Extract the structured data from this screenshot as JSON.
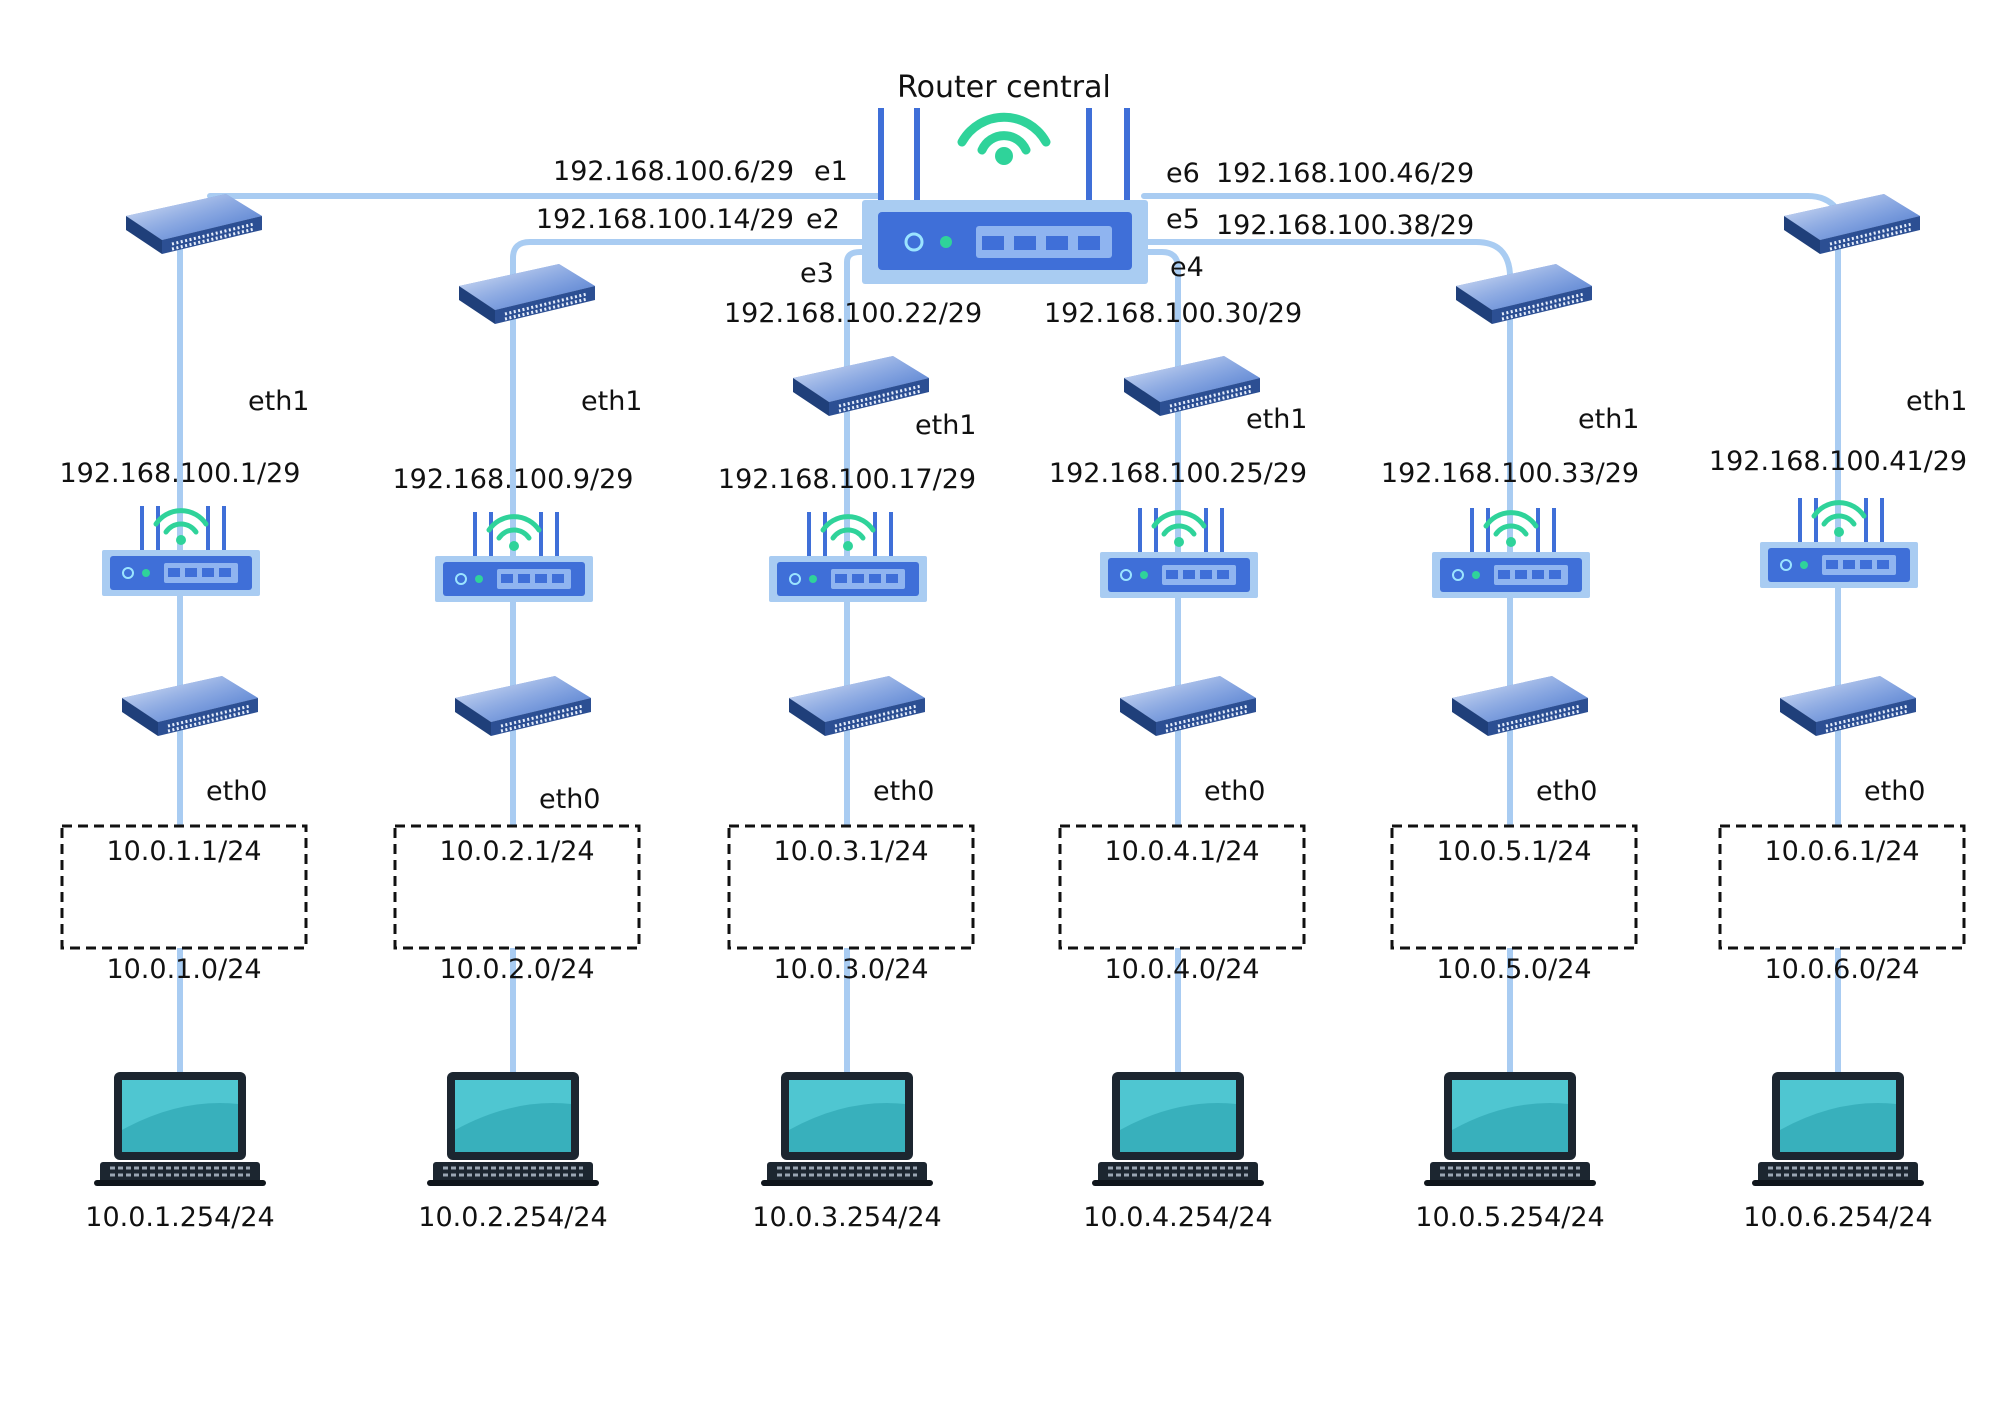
{
  "central_router": {
    "title": "Router central",
    "interfaces": [
      {
        "port": "e1",
        "ip": "192.168.100.6/29"
      },
      {
        "port": "e2",
        "ip": "192.168.100.14/29"
      },
      {
        "port": "e3",
        "ip": "192.168.100.22/29"
      },
      {
        "port": "e4",
        "ip": "192.168.100.30/29"
      },
      {
        "port": "e5",
        "ip": "192.168.100.38/29"
      },
      {
        "port": "e6",
        "ip": "192.168.100.46/29"
      }
    ]
  },
  "branches": [
    {
      "wan_iface": "eth1",
      "wan_ip": "192.168.100.1/29",
      "lan_iface": "eth0",
      "gateway_ip": "10.0.1.1/24",
      "network": "10.0.1.0/24",
      "host_ip": "10.0.1.254/24"
    },
    {
      "wan_iface": "eth1",
      "wan_ip": "192.168.100.9/29",
      "lan_iface": "eth0",
      "gateway_ip": "10.0.2.1/24",
      "network": "10.0.2.0/24",
      "host_ip": "10.0.2.254/24"
    },
    {
      "wan_iface": "eth1",
      "wan_ip": "192.168.100.17/29",
      "lan_iface": "eth0",
      "gateway_ip": "10.0.3.1/24",
      "network": "10.0.3.0/24",
      "host_ip": "10.0.3.254/24"
    },
    {
      "wan_iface": "eth1",
      "wan_ip": "192.168.100.25/29",
      "lan_iface": "eth0",
      "gateway_ip": "10.0.4.1/24",
      "network": "10.0.4.0/24",
      "host_ip": "10.0.4.254/24"
    },
    {
      "wan_iface": "eth1",
      "wan_ip": "192.168.100.33/29",
      "lan_iface": "eth0",
      "gateway_ip": "10.0.5.1/24",
      "network": "10.0.5.0/24",
      "host_ip": "10.0.5.254/24"
    },
    {
      "wan_iface": "eth1",
      "wan_ip": "192.168.100.41/29",
      "lan_iface": "eth0",
      "gateway_ip": "10.0.6.1/24",
      "network": "10.0.6.0/24",
      "host_ip": "10.0.6.254/24"
    }
  ],
  "colors": {
    "link": "#a9ccf2",
    "router_body": "#6f9be8",
    "router_panel": "#3f6fd8",
    "wifi": "#2fd39a",
    "switch_top": "#4a78c9",
    "laptop_screen": "#4fc6d1"
  }
}
